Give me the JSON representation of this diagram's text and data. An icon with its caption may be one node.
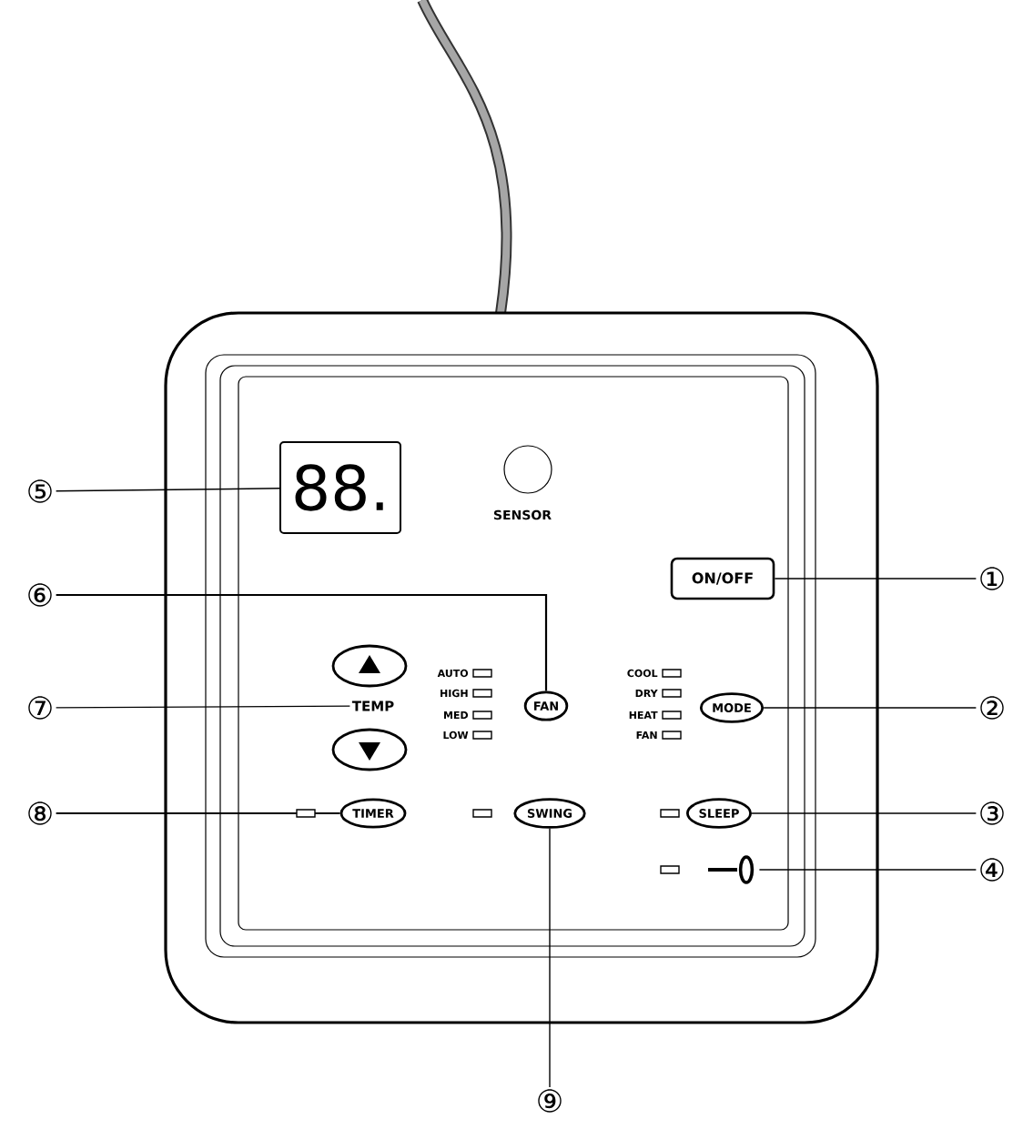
{
  "diagram": {
    "nodes": [
      {
        "text": [
          "①"
        ]
      },
      {
        "text": [
          "ON/OFF"
        ]
      },
      {
        "text": [
          "②"
        ]
      },
      {
        "text": [
          "MODE"
        ]
      },
      {
        "text": [
          "③"
        ]
      },
      {
        "text": [
          "SLEEP"
        ]
      },
      {
        "text": [
          "④"
        ]
      },
      {
        "text": [],
        "shape": "key"
      },
      {
        "text": [
          "⑤"
        ]
      },
      {
        "text": [
          "88."
        ]
      },
      {
        "text": [
          "⑥"
        ]
      },
      {
        "text": [
          "FAN"
        ]
      },
      {
        "text": [
          "⑦"
        ]
      },
      {
        "text": [
          "TEMP"
        ]
      },
      {
        "text": [
          "⑧"
        ]
      },
      {
        "text": [
          "TIMER"
        ]
      },
      {
        "text": [
          "⑨"
        ]
      },
      {
        "text": [
          "SWING"
        ]
      },
      {
        "text": [],
        "shape": "oval"
      },
      {
        "text": [],
        "shape": "oval"
      },
      {
        "text": [
          "SENSOR"
        ]
      }
    ],
    "edges": [
      {
        "from": 0,
        "to": 1,
        "arrow": "none"
      },
      {
        "from": 2,
        "to": 3,
        "arrow": "none"
      },
      {
        "from": 4,
        "to": 5,
        "arrow": "none"
      },
      {
        "from": 6,
        "to": 7,
        "arrow": "none"
      },
      {
        "from": 8,
        "to": 9,
        "arrow": "none"
      },
      {
        "from": 10,
        "to": 11,
        "arrow": "none"
      },
      {
        "from": 12,
        "to": 13,
        "arrow": "none"
      },
      {
        "from": 14,
        "to": 15,
        "arrow": "none"
      },
      {
        "from": 16,
        "to": 17,
        "arrow": "none"
      }
    ],
    "labels": [
      "AUTO",
      "HIGH",
      "MED",
      "LOW",
      "COOL",
      "DRY",
      "HEAT",
      "FAN"
    ]
  }
}
